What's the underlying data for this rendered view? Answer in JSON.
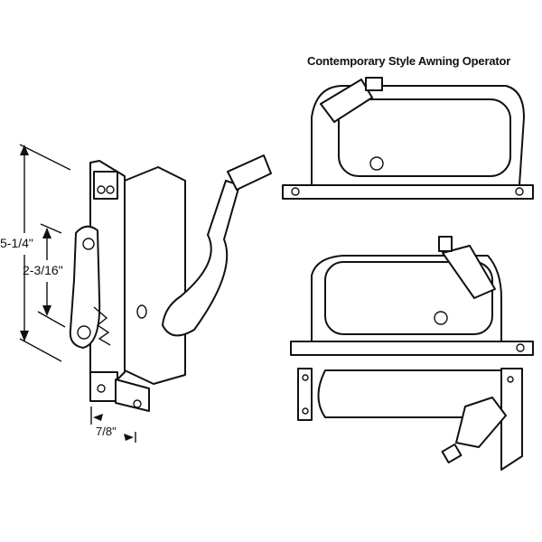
{
  "title": "Contemporary Style Awning Operator",
  "dimensions": {
    "overall_height": "5-1/4\"",
    "hole_spacing": "2-3/16\"",
    "width": "7/8\""
  }
}
